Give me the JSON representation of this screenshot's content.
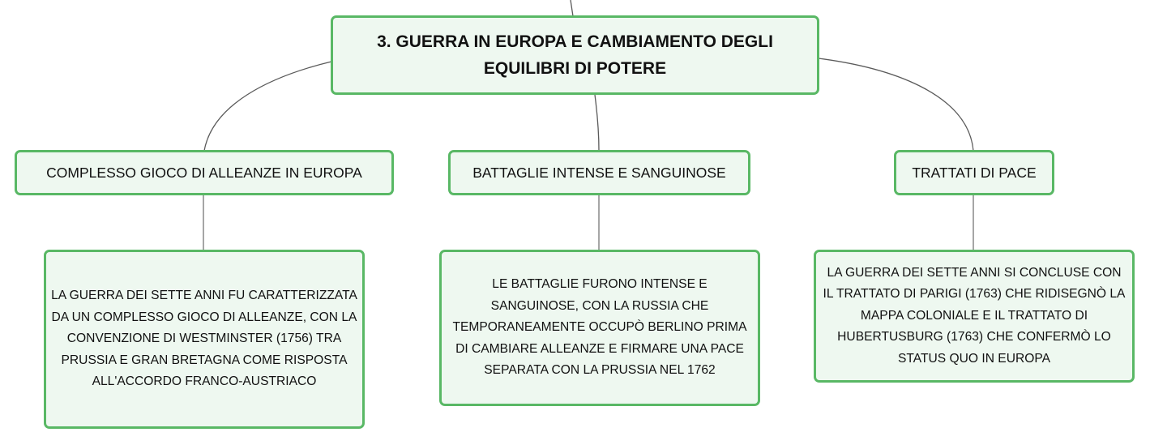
{
  "map": {
    "root": {
      "title": "3. GUERRA IN EUROPA E CAMBIAMENTO DEGLI EQUILIBRI DI POTERE"
    },
    "topics": [
      {
        "title": "COMPLESSO GIOCO DI ALLEANZE IN EUROPA",
        "detail": "LA GUERRA DEI SETTE ANNI FU CARATTERIZZATA DA UN COMPLESSO GIOCO DI ALLEANZE, CON LA CONVENZIONE DI WESTMINSTER (1756) TRA PRUSSIA E GRAN BRETAGNA COME RISPOSTA ALL'ACCORDO FRANCO-AUSTRIACO"
      },
      {
        "title": "BATTAGLIE INTENSE E SANGUINOSE",
        "detail": "LE BATTAGLIE FURONO INTENSE E SANGUINOSE, CON LA RUSSIA CHE TEMPORANEAMENTE OCCUPÒ BERLINO PRIMA DI CAMBIARE ALLEANZE E FIRMARE UNA PACE SEPARATA CON LA PRUSSIA NEL 1762"
      },
      {
        "title": "TRATTATI DI PACE",
        "detail": "LA GUERRA DEI SETTE ANNI SI CONCLUSE CON IL TRATTATO DI PARIGI (1763) CHE RIDISEGNÒ LA MAPPA COLONIALE E IL TRATTATO DI HUBERTUSBURG (1763) CHE CONFERMÒ LO STATUS QUO IN EUROPA"
      }
    ]
  },
  "colors": {
    "node_border": "#59b865",
    "node_fill": "#eef8f0",
    "connector": "#5a5a5a",
    "text": "#111111"
  }
}
